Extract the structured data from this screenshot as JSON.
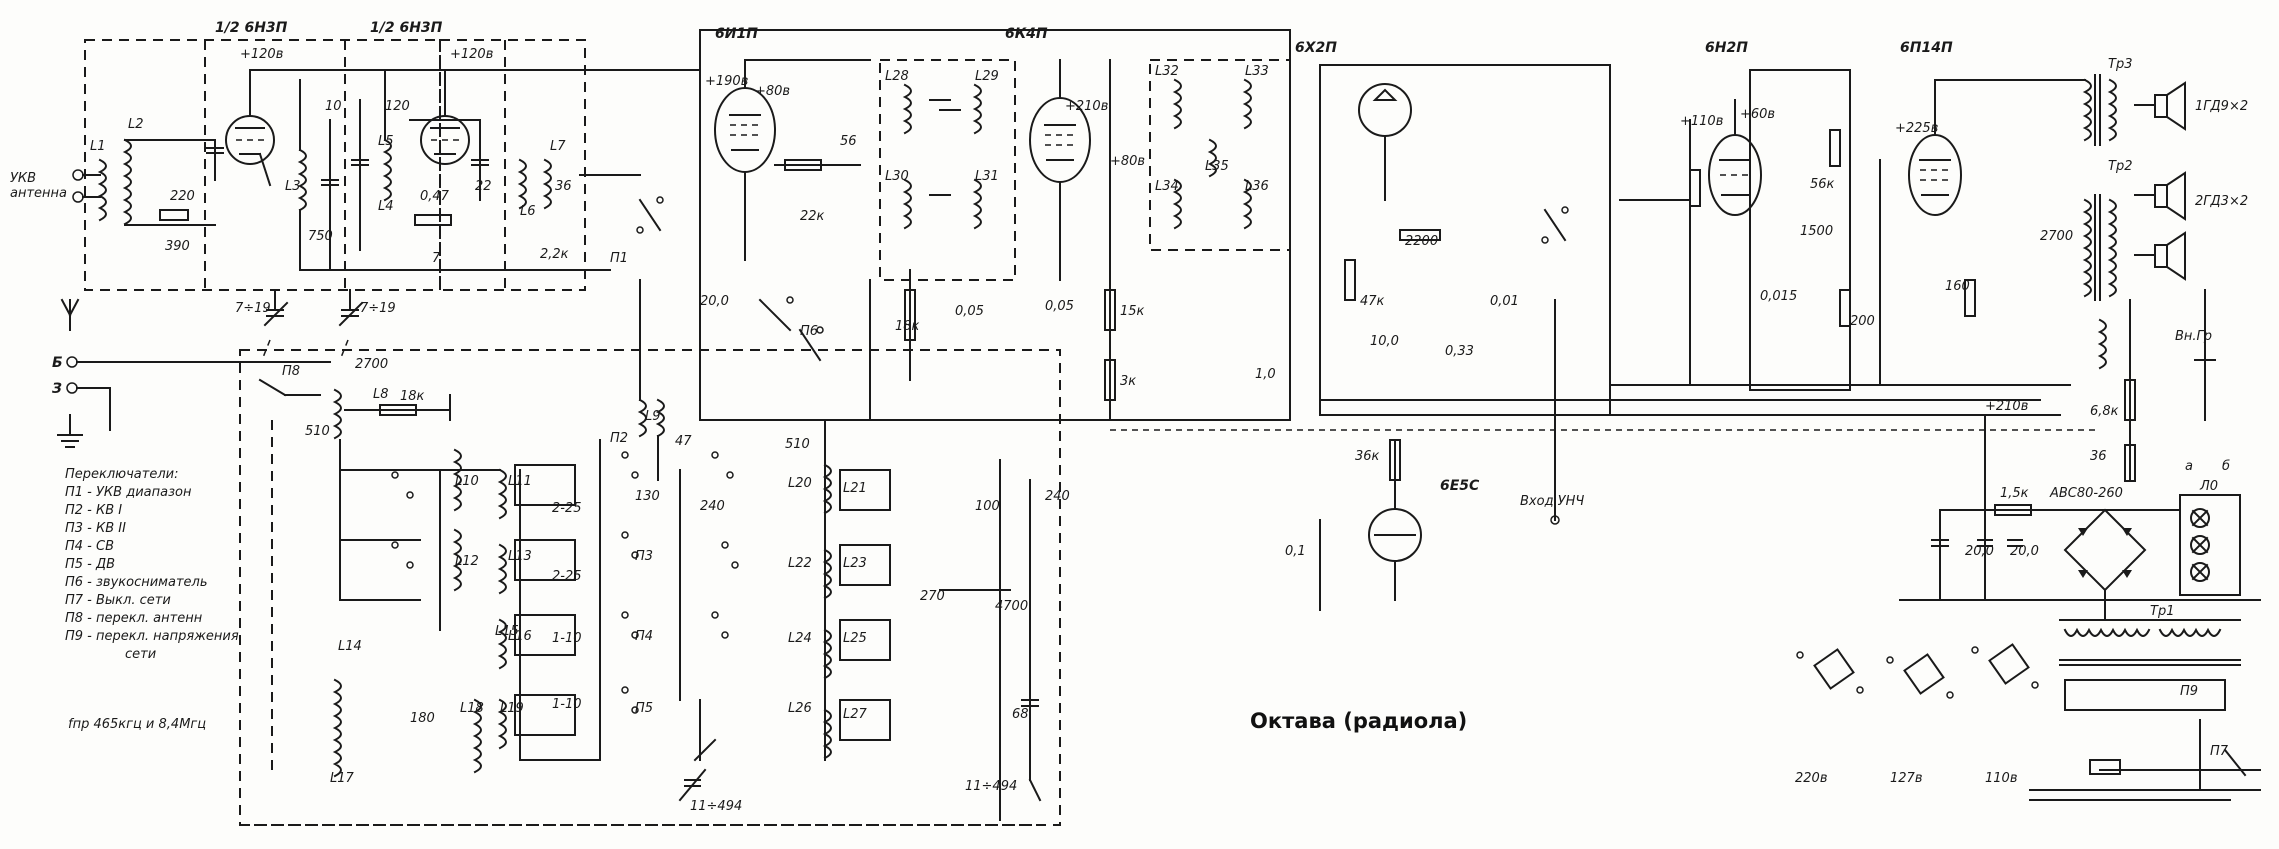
{
  "title": "Октава (радиола)",
  "tubes": {
    "v1a": "1/2 6Н3П",
    "v1b": "1/2 6Н3П",
    "v2": "6И1П",
    "v3": "6К4П",
    "v4": "6Х2П",
    "v5": "6Н2П",
    "v6": "6П14П",
    "v7": "6Е5С"
  },
  "inputs": {
    "ukv_antenna_1": "УКВ",
    "ukv_antenna_2": "антенна",
    "term_b": "Б",
    "term_z": "З",
    "unch_input": "Вход УНЧ",
    "rectifier": "АВС80-260"
  },
  "legend": {
    "heading": "Переключатели:",
    "items": [
      "П1 - УКВ диапазон",
      "П2 - КВ I",
      "П3 - КВ II",
      "П4 - СВ",
      "П5 - ДВ",
      "П6 - звукосниматель",
      "П7 - Выкл. сети",
      "П8 - перекл. антенн",
      "П9 - перекл. напряжения",
      "сети"
    ],
    "if_note": "fпр 465кгц и 8,4Мгц"
  },
  "voltage_settings": [
    "220в",
    "127в",
    "110в"
  ],
  "speakers": [
    "1ГД9×2",
    "2ГД3×2"
  ],
  "labels": {
    "L1": "L1",
    "L2": "L2",
    "L3": "L3",
    "L4": "L4",
    "L5": "L5",
    "L6": "L6",
    "L7": "L7",
    "L8": "L8",
    "L9": "L9",
    "L10": "L10",
    "L11": "L11",
    "L12": "L12",
    "L13": "L13",
    "L14": "L14",
    "L15": "L15",
    "L16": "L16",
    "L17": "L17",
    "L18": "L18",
    "L19": "L19",
    "L20": "L20",
    "L21": "L21",
    "L22": "L22",
    "L23": "L23",
    "L24": "L24",
    "L25": "L25",
    "L26": "L26",
    "L27": "L27",
    "L28": "L28",
    "L29": "L29",
    "L30": "L30",
    "L31": "L31",
    "L32": "L32",
    "L33": "L33",
    "L34": "L34",
    "L35": "L35",
    "L36": "L36",
    "Tr1": "Тр1",
    "Tr2": "Тр2",
    "Tr3": "Тр3",
    "P1": "П1",
    "P2": "П2",
    "P3": "П3",
    "P4": "П4",
    "P5": "П5",
    "P6": "П6",
    "P7": "П7",
    "P8": "П8",
    "P9": "П9",
    "v_120": "+120в",
    "v_120b": "+120в",
    "v_190": "+190в",
    "v_80": "+80в",
    "v_210": "+210в",
    "v_80b": "+80в",
    "v_110": "+110в",
    "v_60": "+60в",
    "v_225": "+225в",
    "v_210b": "+210в",
    "r_220": "220",
    "r_390": "390",
    "r_047": "0,47",
    "c_10": "10",
    "c_120": "120",
    "c_750": "750",
    "c_22": "22",
    "c_36": "36",
    "c_7": "7",
    "r_2k2": "2,2к",
    "c_7_19a": "7÷19",
    "c_7_19b": "7÷19",
    "c_2700a": "2700",
    "r_18k": "18к",
    "c_510": "510",
    "c_2_25": "2-25",
    "c_1_10": "1-10",
    "c_180": "180",
    "c_47": "47",
    "c_130": "130",
    "c_240": "240",
    "c_510b": "510",
    "c_100": "100",
    "c_240b": "240",
    "c_270": "270",
    "c_4700": "4700",
    "c_68": "68",
    "c_11_494a": "11÷494",
    "c_11_494b": "11÷494",
    "c_56": "56",
    "c_20": "20,0",
    "c_005": "0,05",
    "r_18k2": "18к",
    "r_22k": "22к",
    "r_15k": "15к",
    "r_3k": "3к",
    "r_47k": "47к",
    "c_2200": "2200",
    "c_001": "0,01",
    "r_033": "0,33",
    "c_10b": "10,0",
    "r_10": "1,0",
    "c_01": "0,1",
    "r_36k": "36к",
    "r_56k": "56к",
    "c_0015": "0,015",
    "c_1500": "1500",
    "c_200": "200",
    "r_160": "160",
    "c_2700b": "2700",
    "r_68k": "6,8к",
    "r_36": "36",
    "r_1k5": "1,5к",
    "c_20b": "20,0",
    "c_20c": "20,0",
    "gr": "Вн.Гр",
    "lamp_a": "а",
    "lamp_b": "б",
    "lamp_l": "Л0"
  }
}
